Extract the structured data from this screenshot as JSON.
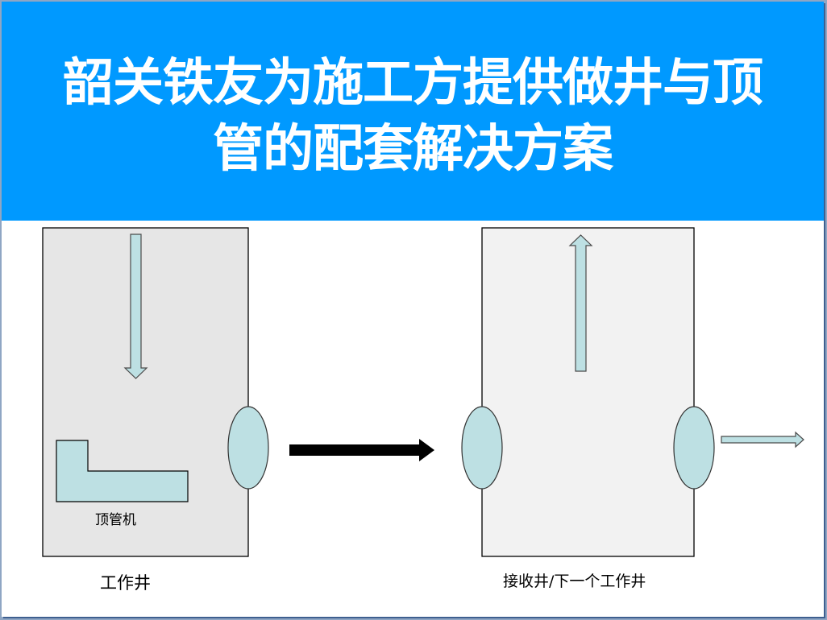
{
  "slide": {
    "title": "韶关铁友为施工方提供做井与顶管的配套解决方案",
    "title_lines": [
      "韶关铁友为施工方提供做井与顶",
      "管的配套解决方案"
    ],
    "colors": {
      "banner": "#0099ff",
      "working_shaft_fill": "#e6e6e6",
      "receiving_shaft_fill": "#f2f2f2",
      "shape_fill": "#bde0e3",
      "outline": "#000000",
      "transition_arrow": "#000000"
    }
  },
  "diagram": {
    "working_shaft": {
      "label": "工作井",
      "machine_label": "顶管机",
      "arrow_direction": "down"
    },
    "transition_arrow": {
      "direction": "right"
    },
    "receiving_shaft": {
      "label": "接收井/下一个工作井",
      "arrow_direction": "up",
      "exit_arrow_direction": "right"
    }
  }
}
